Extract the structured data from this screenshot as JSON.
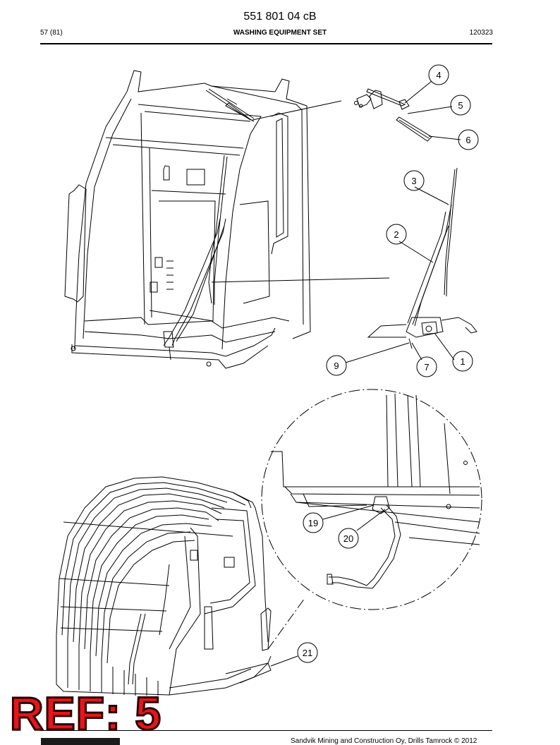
{
  "header": {
    "doc_number": "551 801 04 cB",
    "page": "57 (81)",
    "title": "WASHING EQUIPMENT SET",
    "code": "120323"
  },
  "callouts": [
    "1",
    "2",
    "3",
    "4",
    "5",
    "6",
    "7",
    "9",
    "19",
    "20",
    "21"
  ],
  "ref_stamp": "REF: 5",
  "footer": {
    "copyright": "Sandvik Mining and Construction Oy, Drills Tamrock © 2012"
  },
  "colors": {
    "stamp": "#e8141b",
    "line": "#000000"
  }
}
